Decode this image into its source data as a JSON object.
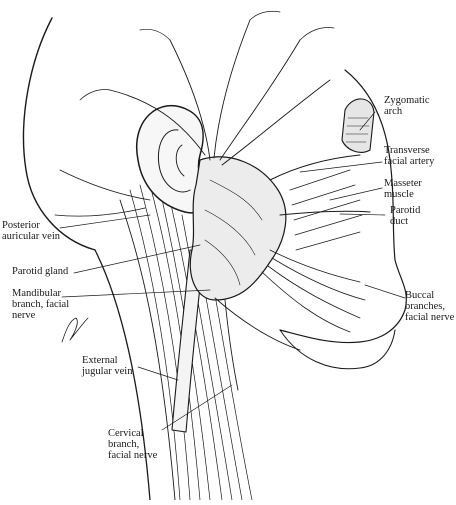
{
  "figure": {
    "icon": "facial-anatomy-illustration",
    "labels": {
      "zygomatic_arch": [
        "Zygomatic",
        "arch"
      ],
      "transverse_facial_artery": [
        "Transverse",
        "facial artery"
      ],
      "masseter_muscle": [
        "Masseter",
        "muscle"
      ],
      "parotid_duct": [
        "Parotid",
        "duct"
      ],
      "posterior_auricular_vein": [
        "Posterior",
        "auricular vein"
      ],
      "parotid_gland": [
        "Parotid gland"
      ],
      "mandibular_branch": [
        "Mandibular",
        "branch, facial",
        "nerve"
      ],
      "buccal_branches": [
        "Buccal",
        "branches,",
        "facial nerve"
      ],
      "external_jugular_vein": [
        "External",
        "jugular vein"
      ],
      "cervical_branch": [
        "Cervical",
        "branch,",
        "facial nerve"
      ]
    }
  }
}
